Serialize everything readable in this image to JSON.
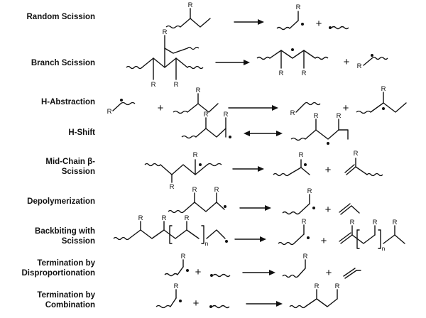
{
  "title": "",
  "substituent": "R",
  "repeat_subscript": "n",
  "plus": "+",
  "reactions": [
    {
      "id": "random-scission",
      "lines": [
        "Random Scission"
      ]
    },
    {
      "id": "branch-scission",
      "lines": [
        "Branch Scission"
      ]
    },
    {
      "id": "h-abstraction",
      "lines": [
        "H-Abstraction"
      ]
    },
    {
      "id": "h-shift",
      "lines": [
        "H-Shift"
      ]
    },
    {
      "id": "mid-chain-beta-scission",
      "lines": [
        "Mid-Chain β-",
        "Scission"
      ]
    },
    {
      "id": "depolymerization",
      "lines": [
        "Depolymerization"
      ]
    },
    {
      "id": "backbiting-with-scission",
      "lines": [
        "Backbiting with",
        "Scission"
      ]
    },
    {
      "id": "termination-by-disproportionation",
      "lines": [
        "Termination by",
        "Disproportionation"
      ]
    },
    {
      "id": "termination-by-combination",
      "lines": [
        "Termination by",
        "Combination"
      ]
    }
  ],
  "colors": {
    "ink": "#111111",
    "background": "#ffffff"
  }
}
